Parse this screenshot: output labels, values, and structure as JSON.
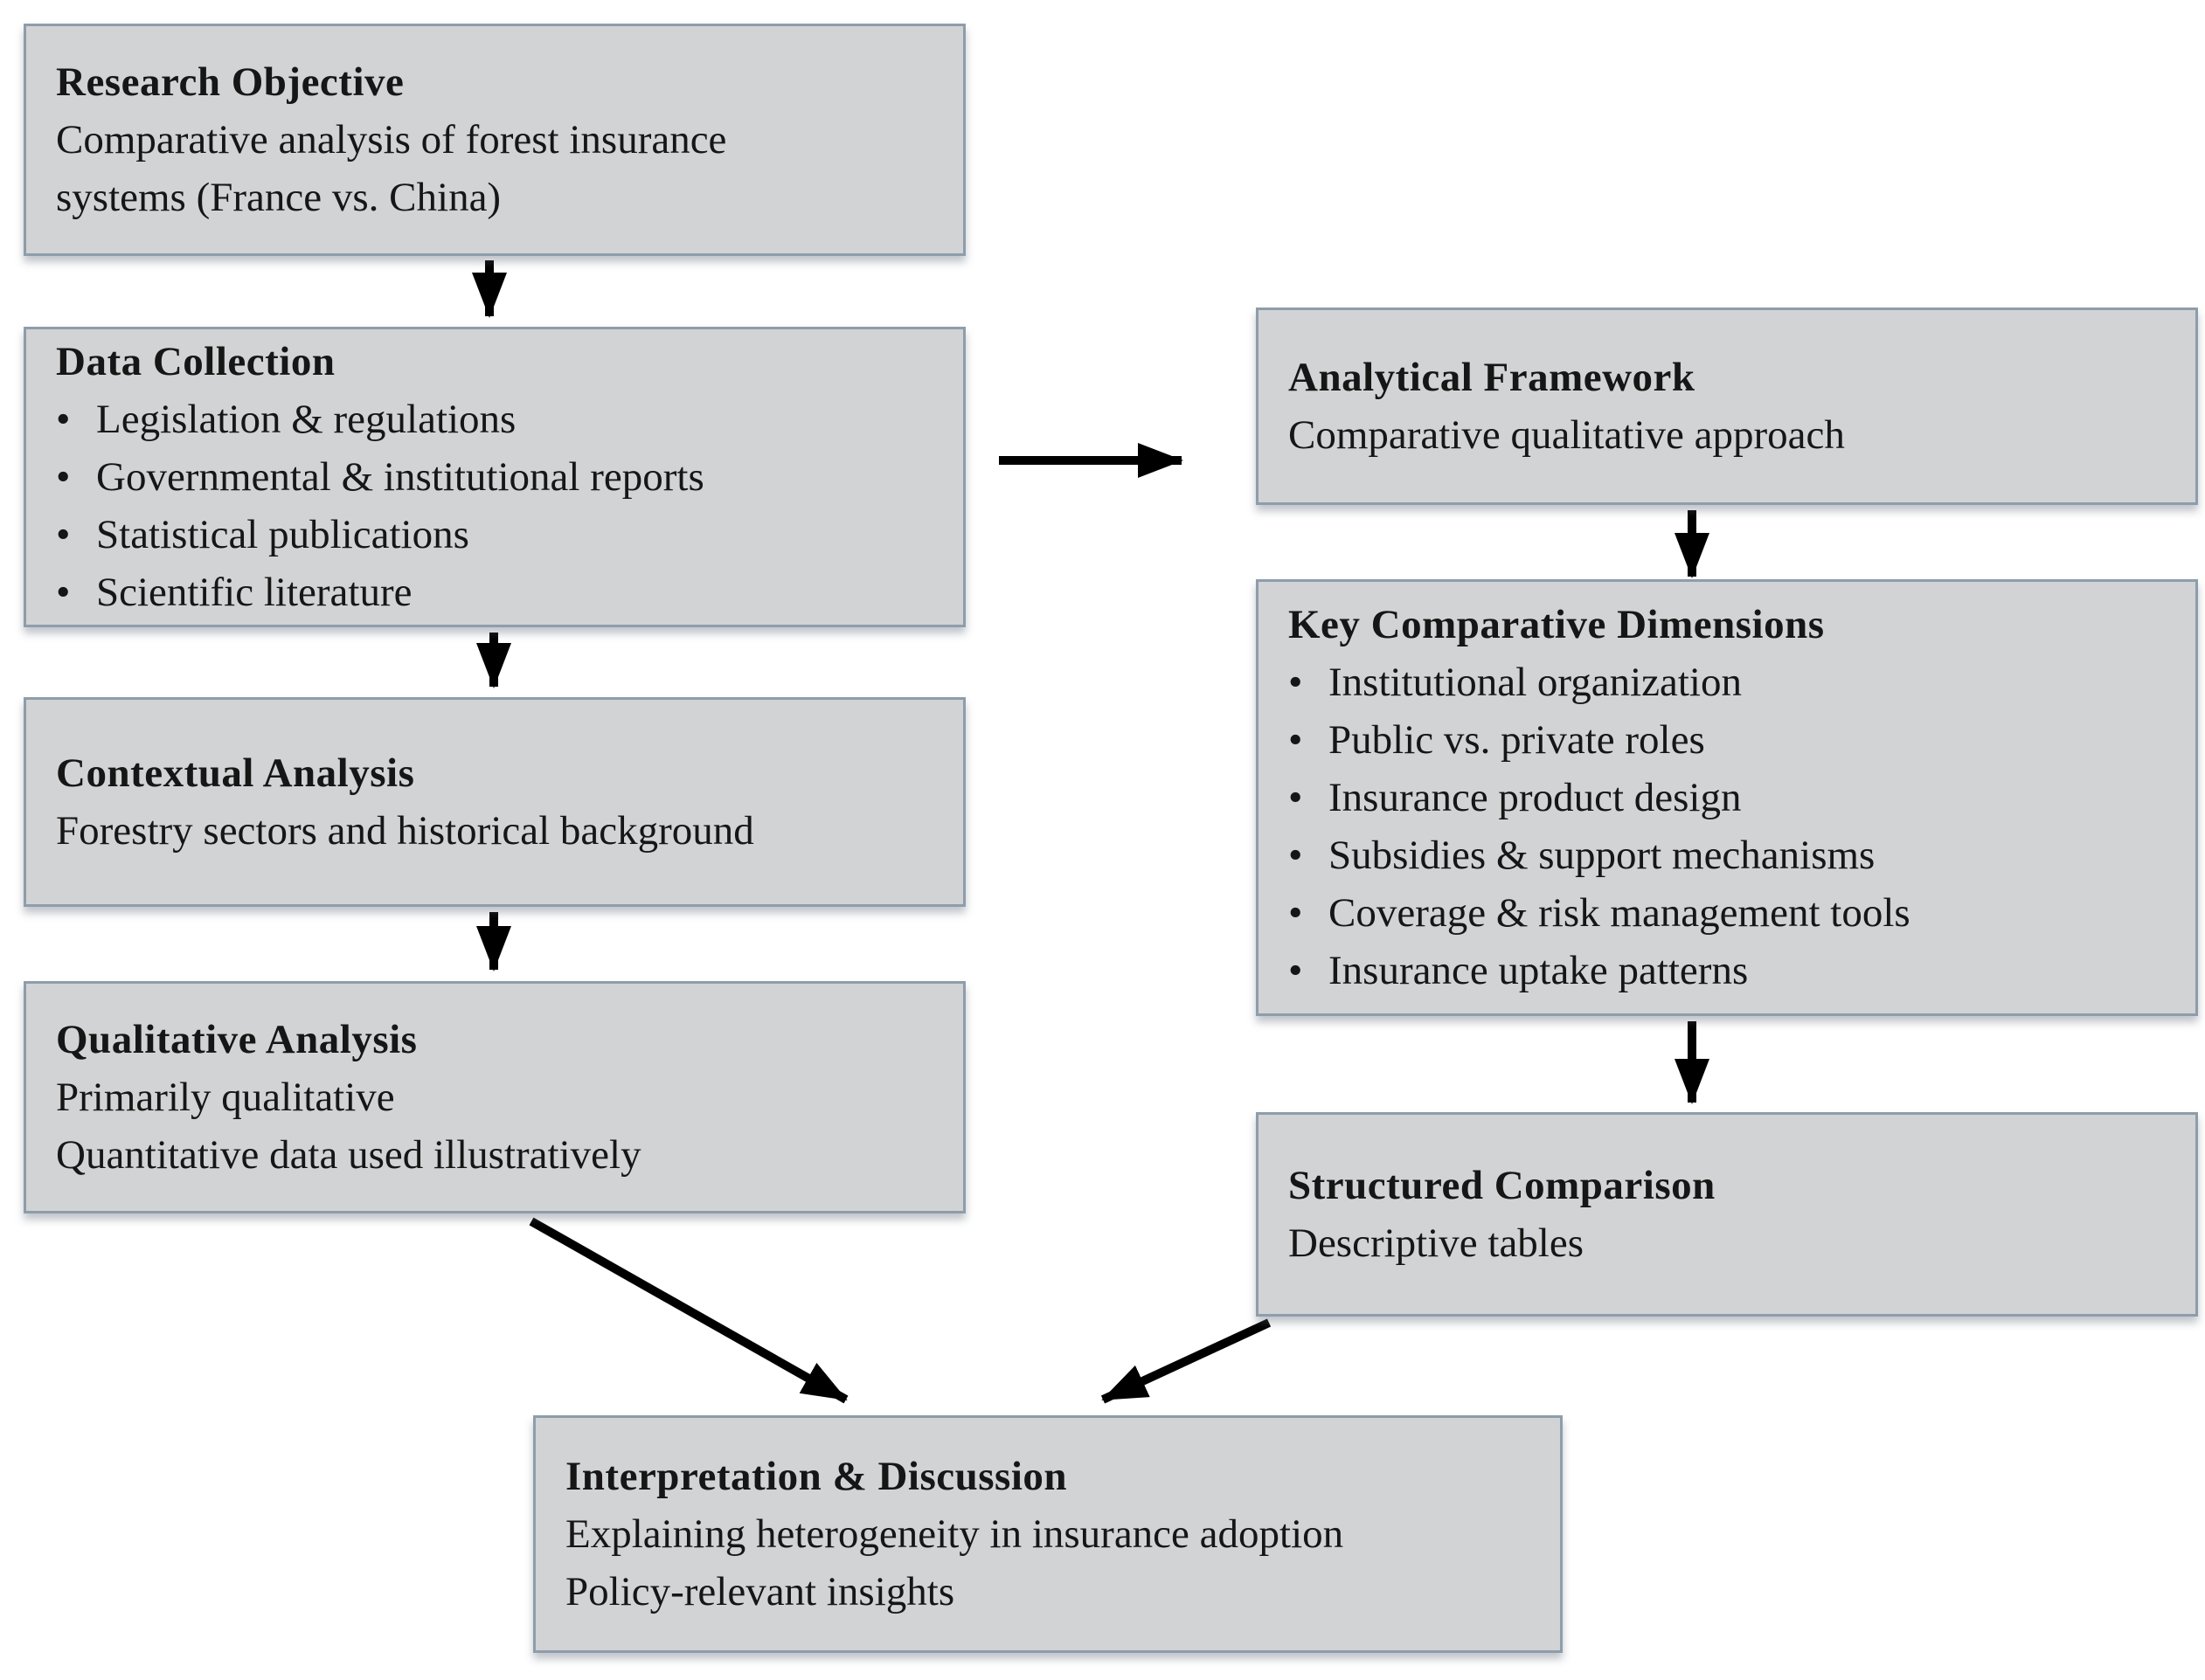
{
  "ui": {
    "bullet": "•"
  },
  "colors": {
    "background": "#ffffff",
    "box_fill": "#d2d3d4",
    "box_border": "#8e9dab",
    "arrow": "#000000",
    "text": "#161616"
  },
  "boxes": {
    "research_objective": {
      "title": "Research Objective",
      "body": [
        "Comparative analysis of forest insurance systems (France vs. China)"
      ]
    },
    "data_collection": {
      "title": "Data Collection",
      "bullets": [
        "Legislation & regulations",
        "Governmental & institutional reports",
        "Statistical publications",
        "Scientific literature"
      ]
    },
    "contextual_analysis": {
      "title": "Contextual Analysis",
      "body": [
        "Forestry sectors and historical background"
      ]
    },
    "qualitative_analysis": {
      "title": "Qualitative Analysis",
      "body": [
        "Primarily qualitative",
        "Quantitative data used illustratively"
      ]
    },
    "analytical_framework": {
      "title": "Analytical Framework",
      "body": [
        "Comparative qualitative approach"
      ]
    },
    "key_comparative_dimensions": {
      "title": "Key Comparative Dimensions",
      "bullets": [
        "Institutional organization",
        "Public vs. private roles",
        "Insurance product design",
        "Subsidies & support mechanisms",
        "Coverage & risk management tools",
        "Insurance uptake patterns"
      ]
    },
    "structured_comparison": {
      "title": "Structured Comparison",
      "body": [
        "Descriptive tables"
      ]
    },
    "interpretation_discussion": {
      "title": "Interpretation & Discussion",
      "body": [
        "Explaining heterogeneity in insurance adoption",
        "Policy-relevant insights"
      ]
    }
  }
}
